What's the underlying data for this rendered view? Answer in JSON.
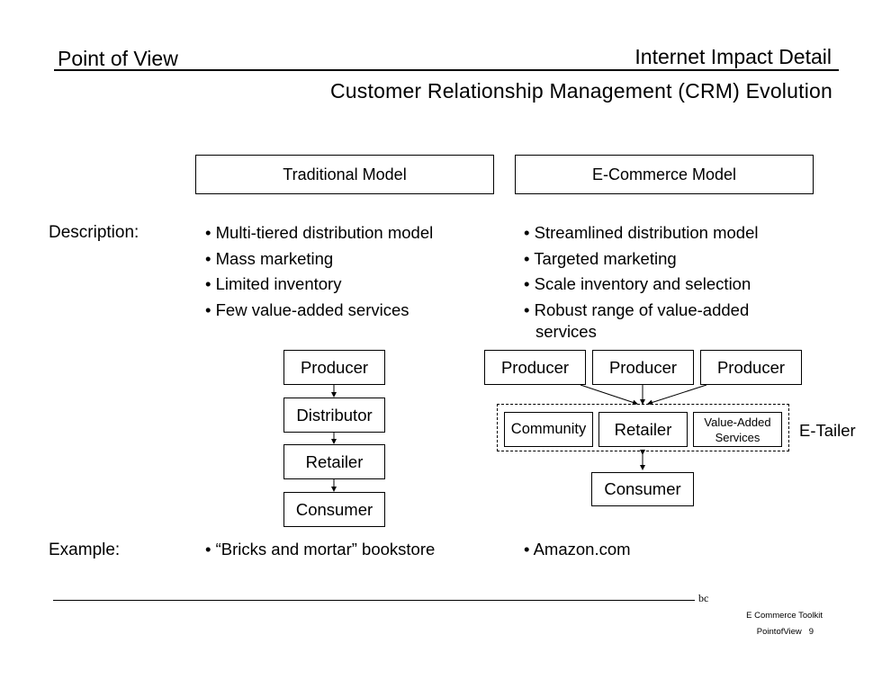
{
  "header": {
    "left_title": "Point of View",
    "right_title": "Internet Impact Detail",
    "subtitle": "Customer Relationship Management (CRM) Evolution"
  },
  "columns": {
    "traditional": "Traditional Model",
    "ecommerce": "E-Commerce Model"
  },
  "description": {
    "label": "Description:",
    "traditional": [
      "• Multi-tiered distribution model",
      "• Mass marketing",
      "• Limited inventory",
      "• Few value-added services"
    ],
    "ecommerce": [
      "• Streamlined distribution model",
      "• Targeted marketing",
      "• Scale inventory and selection",
      "• Robust range of value-added services"
    ]
  },
  "traditional_flow": {
    "producer": "Producer",
    "distributor": "Distributor",
    "retailer": "Retailer",
    "consumer": "Consumer"
  },
  "ecommerce_flow": {
    "producers": [
      "Producer",
      "Producer",
      "Producer"
    ],
    "community": "Community",
    "retailer": "Retailer",
    "value_added": "Value-Added Services",
    "etailer_label": "E-Tailer",
    "consumer": "Consumer"
  },
  "example": {
    "label": "Example:",
    "traditional": "• “Bricks and mortar” bookstore",
    "ecommerce": "• Amazon.com"
  },
  "footer": {
    "mark": "bc",
    "toolkit": "E Commerce Toolkit",
    "page": "PointofView   9"
  }
}
